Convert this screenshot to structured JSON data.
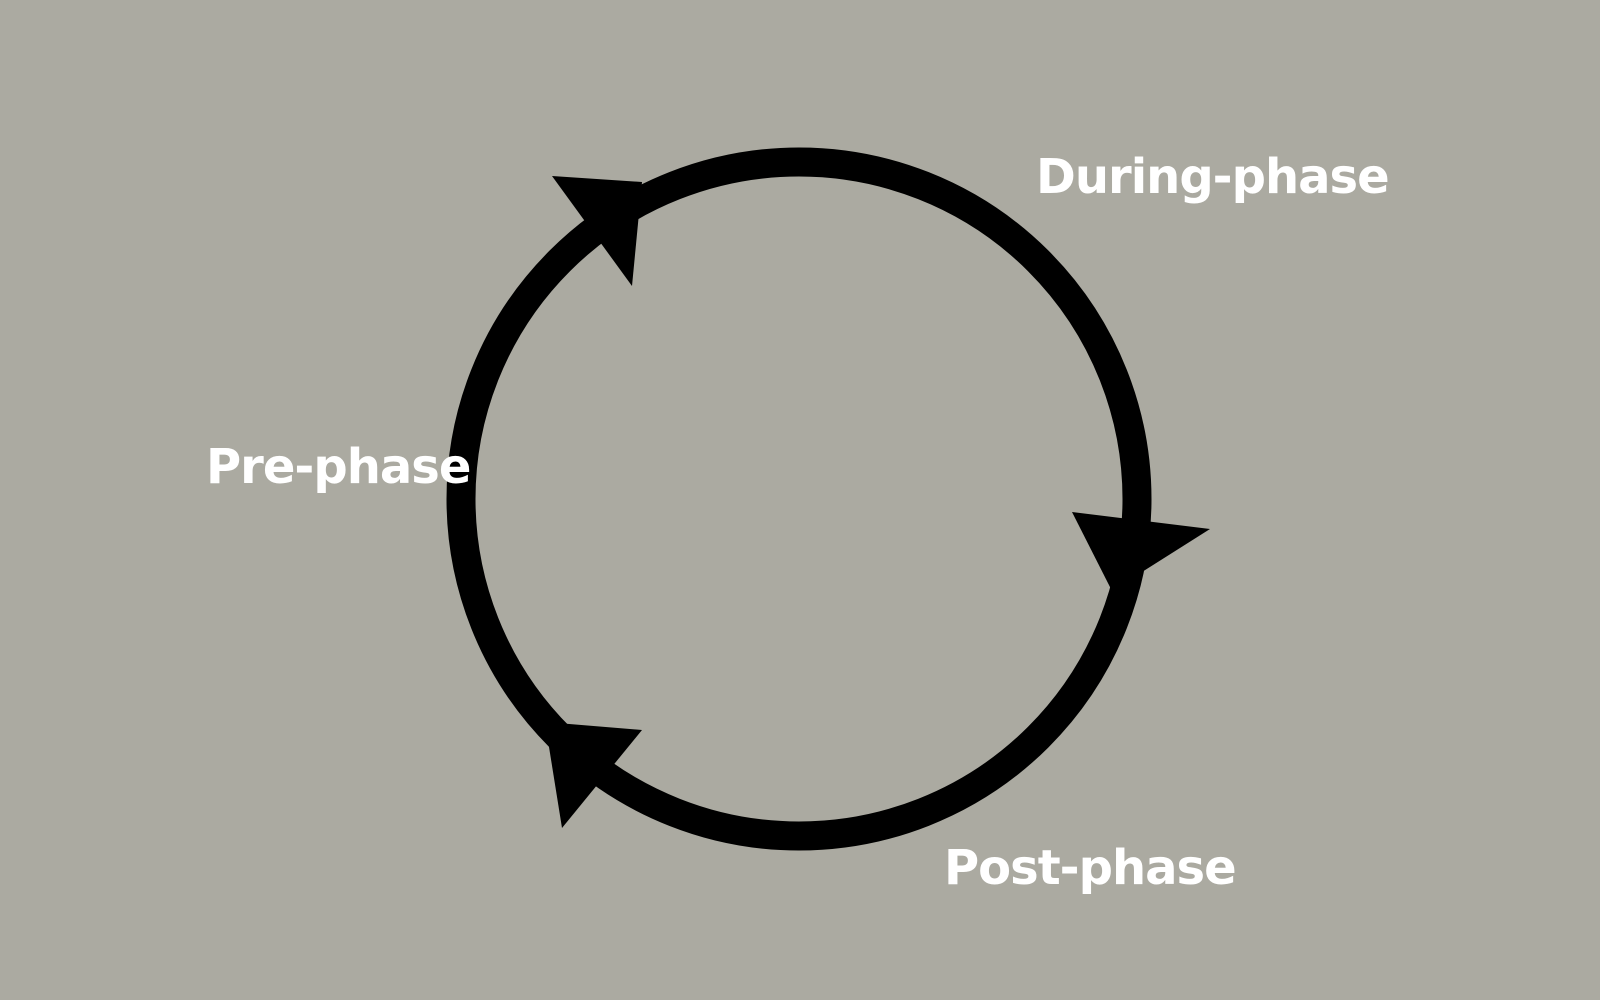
{
  "colors": {
    "background": "#abaaa1",
    "cycle_stroke": "#000000",
    "label_text": "#ffffff"
  },
  "diagram": {
    "type": "cycle",
    "direction": "clockwise",
    "phases": [
      {
        "id": "pre",
        "label": "Pre-phase"
      },
      {
        "id": "during",
        "label": "During-phase"
      },
      {
        "id": "post",
        "label": "Post-phase"
      }
    ]
  }
}
